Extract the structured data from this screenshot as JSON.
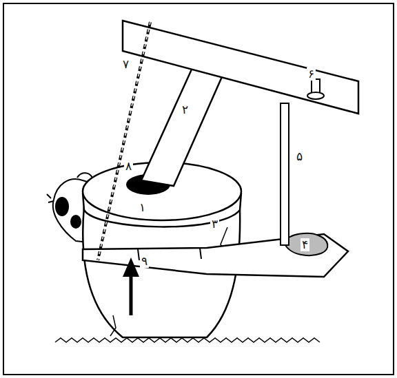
{
  "diagram": {
    "labels": [
      "۱",
      "۲",
      "۳",
      "۴",
      "۵",
      "۶",
      "۷",
      "۸",
      "۹"
    ]
  }
}
